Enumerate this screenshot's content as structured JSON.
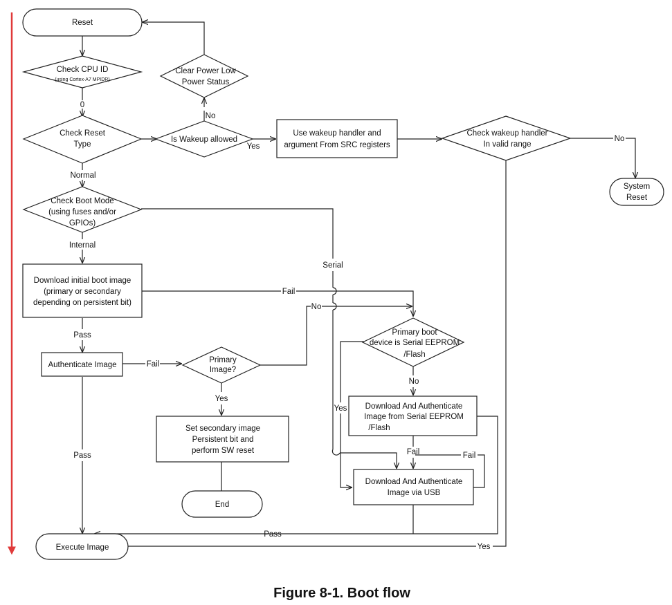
{
  "caption": "Figure 8-1. Boot flow",
  "colors": {
    "timeline": "#e03a3a",
    "stroke": "#222222"
  },
  "nodes": {
    "reset": "Reset",
    "check_cpu_id": [
      "Check CPU ID",
      "(using Cortex-A7 MPIDR)"
    ],
    "check_reset_type": [
      "Check Reset",
      "Type"
    ],
    "is_wakeup_allowed": "Is Wakeup allowed",
    "clear_power_low": [
      "Clear Power Low",
      "Power Status"
    ],
    "use_wakeup_handler": [
      "Use wakeup handler and",
      "argument From SRC registers"
    ],
    "check_wakeup_handler": [
      "Check wakeup handler",
      "In valid range"
    ],
    "system_reset": [
      "System",
      "Reset"
    ],
    "check_boot_mode": [
      "Check Boot Mode",
      "(using fuses and/or",
      "GPIOs)"
    ],
    "download_initial": [
      "Download initial boot image",
      "(primary or secondary",
      "depending on persistent bit)"
    ],
    "authenticate_image": "Authenticate Image",
    "primary_image": [
      "Primary",
      "Image?"
    ],
    "set_secondary": [
      "Set secondary image",
      "Persistent bit and",
      "perform SW reset"
    ],
    "end": "End",
    "primary_boot_device": [
      "Primary boot",
      "device is Serial EEPROM",
      "/Flash"
    ],
    "download_serial": [
      "Download And Authenticate",
      "Image from Serial EEPROM",
      "/Flash"
    ],
    "download_usb": [
      "Download And Authenticate",
      "Image via USB"
    ],
    "execute_image": "Execute Image"
  },
  "edge_labels": {
    "zero": "0",
    "no_wakeup": "No",
    "yes_wakeup": "Yes",
    "no_range": "No",
    "yes_range": "Yes",
    "normal": "Normal",
    "internal": "Internal",
    "serial": "Serial",
    "fail_download": "Fail",
    "no_primary": "No",
    "pass_download": "Pass",
    "fail_auth": "Fail",
    "yes_primary": "Yes",
    "pass_auth": "Pass",
    "no_serial": "No",
    "yes_serial": "Yes",
    "fail_serial": "Fail",
    "fail_usb": "Fail",
    "pass_usb": "Pass"
  }
}
